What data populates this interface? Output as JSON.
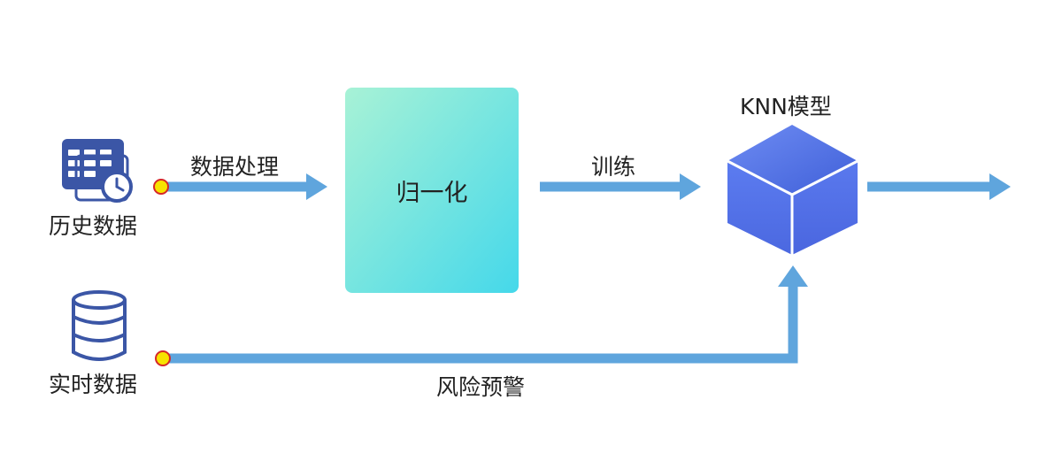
{
  "labels": {
    "history": "历史数据",
    "realtime": "实时数据",
    "process": "数据处理",
    "normalize": "归一化",
    "train": "训练",
    "model": "KNN模型",
    "alert": "风险预警"
  },
  "icons": {
    "history": "table-clock-icon",
    "realtime": "database-icon",
    "model": "cube-icon"
  },
  "colors": {
    "arrow": "#5FA5DD",
    "icon": "#3B56A6",
    "connector_fill": "#F7E300",
    "connector_stroke": "#D62828",
    "box_gradient_start": "#A8F2D6",
    "box_gradient_end": "#45D8EA",
    "cube": "#5A79EA"
  }
}
